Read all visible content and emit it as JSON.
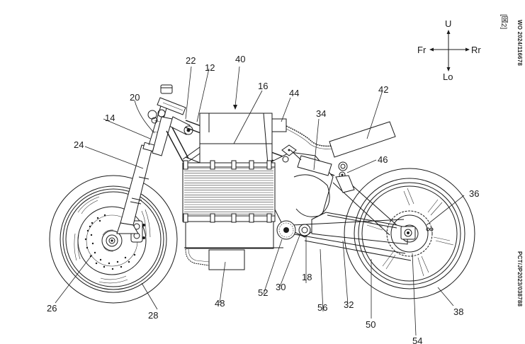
{
  "figure": {
    "label": "[図2]",
    "header_left": "WO 2024/116678",
    "header_right": "PCT/JP2023/038788"
  },
  "direction_indicator": {
    "up": "U",
    "down": "Lo",
    "front": "Fr",
    "rear": "Rr"
  },
  "reference_numerals": {
    "r12": "12",
    "r14": "14",
    "r16": "16",
    "r18": "18",
    "r20": "20",
    "r22": "22",
    "r24": "24",
    "r26": "26",
    "r28": "28",
    "r30": "30",
    "r32": "32",
    "r34": "34",
    "r36": "36",
    "r38": "38",
    "r40": "40",
    "r42": "42",
    "r44": "44",
    "r46": "46",
    "r48": "48",
    "r50": "50",
    "r52": "52",
    "r54": "54",
    "r56": "56"
  }
}
